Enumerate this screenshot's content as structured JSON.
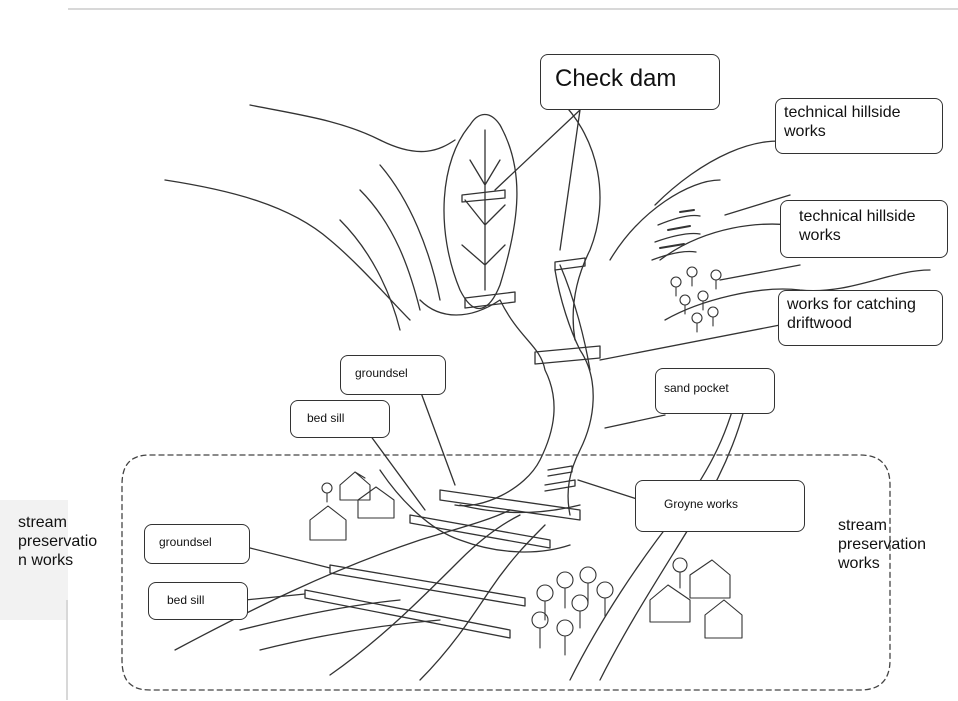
{
  "labels": {
    "check_dam": "Check dam",
    "technical_hillside_works_1": "technical hillside\nworks",
    "technical_hillside_works_2": "technical hillside\nworks",
    "works_catching_driftwood": "works for catching\ndriftwood",
    "sand_pocket": "sand pocket",
    "groyne_works": "Groyne works",
    "groundsel_upper": "groundsel",
    "bed_sill_upper": "bed sill",
    "groundsel_lower": "groundsel",
    "bed_sill_lower": "bed sill",
    "stream_preservation_left": "stream\npreservatio\nn works",
    "stream_preservation_right": "stream\npreservation\nworks"
  }
}
